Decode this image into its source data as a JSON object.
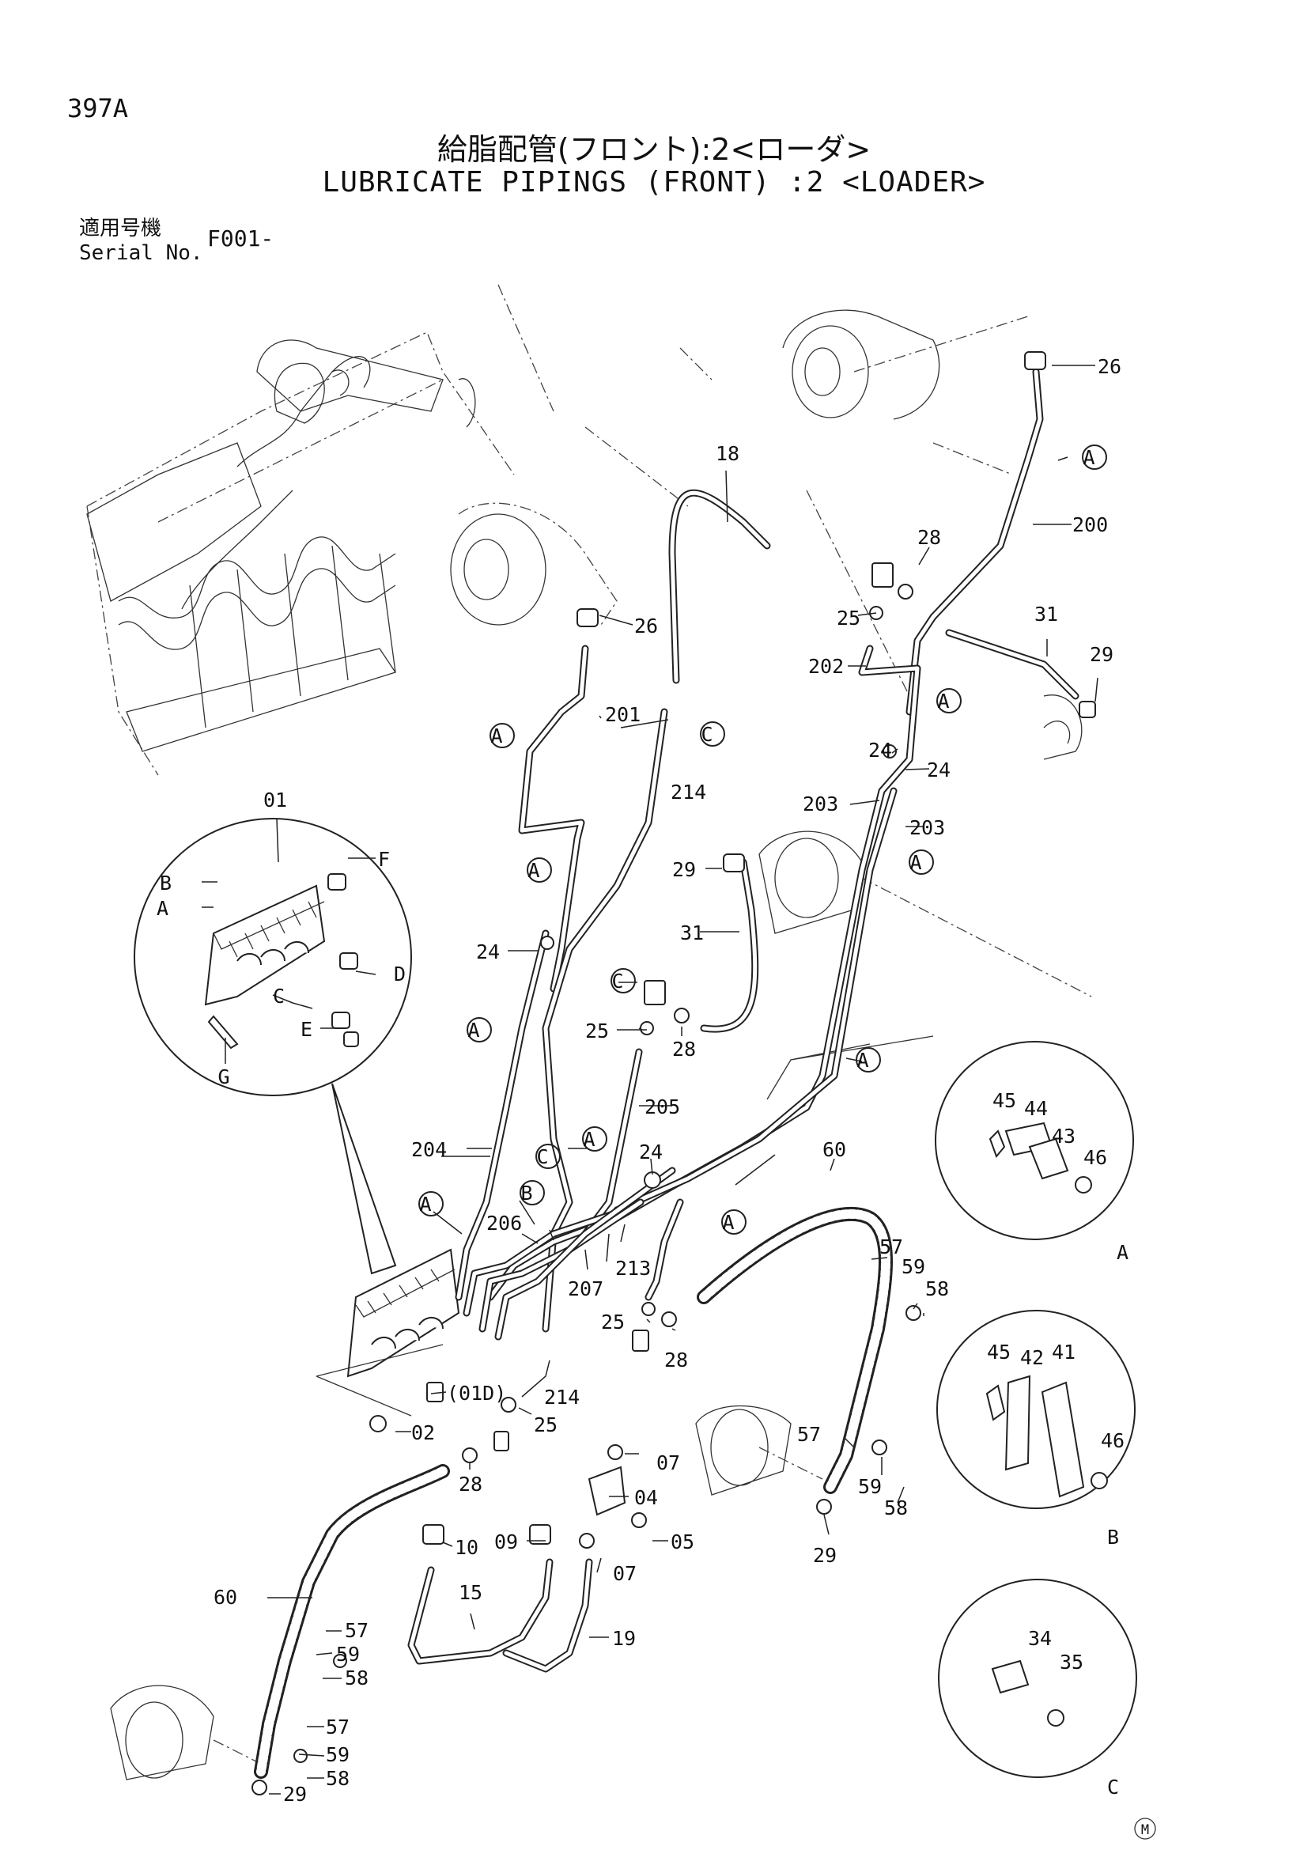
{
  "header": {
    "page_no": "397A",
    "title_jp": "給脂配管(フロント):2<ローダ>",
    "title_en": "LUBRICATE PIPINGS (FRONT) :2 <LOADER>",
    "serial_label_jp": "適用号機",
    "serial_label_en": "Serial No.",
    "serial_value": "F001-"
  },
  "callouts": {
    "c26a": "26",
    "c26b": "26",
    "cA1": "A",
    "c200": "200",
    "c18": "18",
    "c28a": "28",
    "c31a": "31",
    "c25a": "25",
    "c29a": "29",
    "c202": "202",
    "cA2": "A",
    "c201": "201",
    "cC1": "C",
    "cA3": "A",
    "c24a": "24",
    "c24b": "24",
    "c214a": "214",
    "c203a": "203",
    "c203b": "203",
    "cA4": "A",
    "c01": "01",
    "cA5": "A",
    "c29b": "29",
    "c31b": "31",
    "c24c": "24",
    "cC2": "C",
    "c25b": "25",
    "c28b": "28",
    "cA6": "A",
    "cA7": "A",
    "c205": "205",
    "cA8": "A",
    "c204": "204",
    "cC3": "C",
    "cA9": "A",
    "c24d": "24",
    "c60a": "60",
    "cA10": "A",
    "cB1": "B",
    "c206": "206",
    "cA11": "A",
    "c213": "213",
    "c207": "207",
    "c57a": "57",
    "c59a": "59",
    "c58a": "58",
    "c25c": "25",
    "c28c": "28",
    "c01D": "(01D)",
    "c214b": "214",
    "c25d": "25",
    "c02": "02",
    "c07a": "07",
    "c57b": "57",
    "c28d": "28",
    "c04": "04",
    "c10": "10",
    "c09": "09",
    "c05": "05",
    "c59b": "59",
    "c58b": "58",
    "c07b": "07",
    "c29c": "29",
    "c15": "15",
    "c60b": "60",
    "c19": "19",
    "c57c": "57",
    "c59c": "59",
    "c58c": "58",
    "c57d": "57",
    "c59d": "59",
    "c58d": "58",
    "c29d": "29"
  },
  "detail_01": {
    "F": "F",
    "B": "B",
    "A": "A",
    "D": "D",
    "C": "C",
    "E": "E",
    "G": "G"
  },
  "detail_A": {
    "label": "A",
    "p45": "45",
    "p44": "44",
    "p43": "43",
    "p46": "46"
  },
  "detail_B": {
    "label": "B",
    "p45": "45",
    "p42": "42",
    "p41": "41",
    "p46": "46"
  },
  "detail_C": {
    "label": "C",
    "p34": "34",
    "p35": "35"
  },
  "footer_mark": "M"
}
